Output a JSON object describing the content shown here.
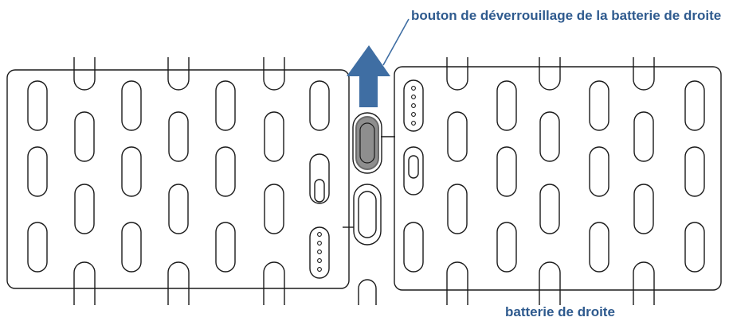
{
  "labels": {
    "unlock_button": "bouton de déverrouillage de la batterie de droite",
    "right_battery": "batterie de droite"
  },
  "colors": {
    "callout_text": "#2e5a8e",
    "arrow": "#3f6ea3",
    "outline": "#1a1a1a",
    "button_fill": "#8e8e8e",
    "button_ring": "#6a6a6a",
    "background": "#ffffff"
  },
  "parts": {
    "left_battery": "left-battery-pack",
    "right_battery": "right-battery-pack",
    "unlock_button": "unlock-button",
    "arrow": "up-arrow-icon"
  }
}
